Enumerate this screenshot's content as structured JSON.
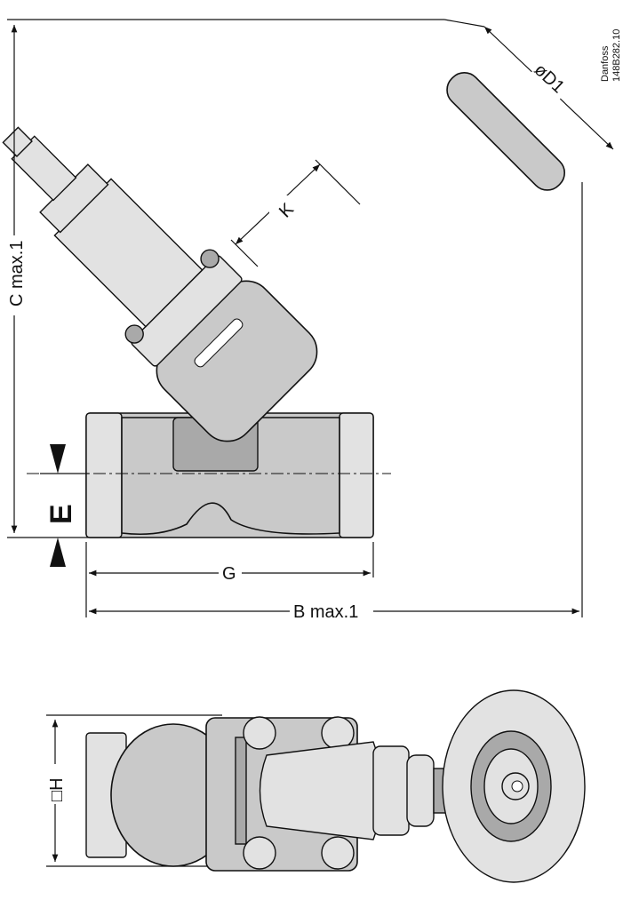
{
  "drawing": {
    "manufacturer": "Danfoss",
    "drawing_number": "148B282.10",
    "dimensions": {
      "handwheel_diameter": "øD1",
      "k": "K",
      "height": "C max.1",
      "e": "E",
      "g": "G",
      "length": "B max.1",
      "square": "□H"
    }
  }
}
